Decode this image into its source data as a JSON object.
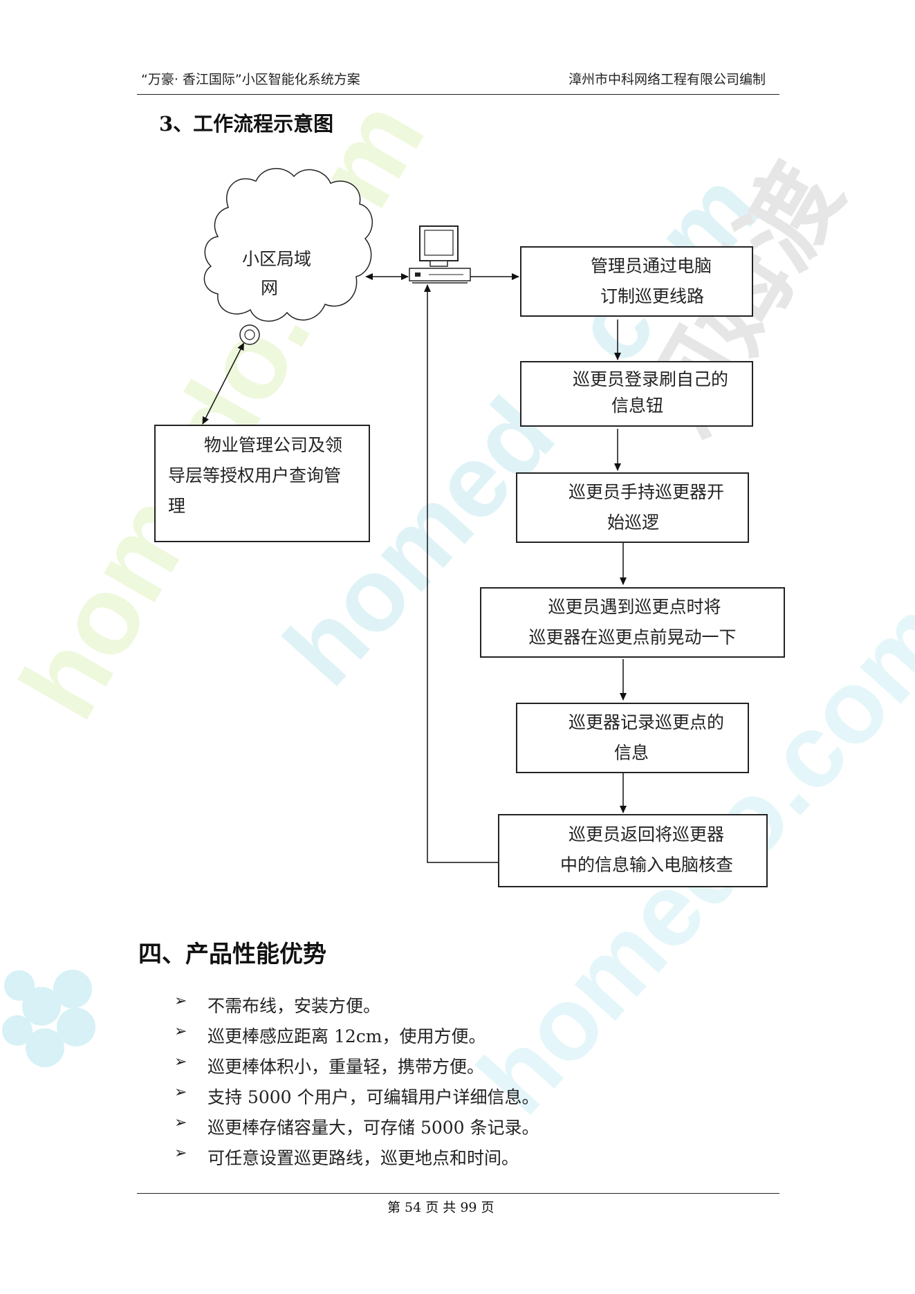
{
  "header": {
    "left": "“万豪· 香江国际”小区智能化系统方案",
    "right": "漳州市中科网络工程有限公司编制"
  },
  "section_title": "3、工作流程示意图",
  "diagram": {
    "cloud": {
      "line1": "小区局域",
      "line2": "网"
    },
    "mgmt_box": {
      "line1": "物业管理公司及领",
      "line2": "导层等授权用户查询管",
      "line3": "理"
    },
    "steps": [
      {
        "line1": "管理员通过电脑",
        "line2": "订制巡更线路"
      },
      {
        "line1": "巡更员登录刷自己的",
        "line2": "信息钮"
      },
      {
        "line1": "巡更员手持巡更器开",
        "line2": "始巡逻"
      },
      {
        "line1": "巡更员遇到巡更点时将",
        "line2": "巡更器在巡更点前晃动一下"
      },
      {
        "line1": "巡更器记录巡更点的",
        "line2": "信息"
      },
      {
        "line1": "巡更员返回将巡更器",
        "line2": "中的信息输入电脑核查"
      }
    ]
  },
  "section4_title": "四、产品性能优势",
  "bullets": [
    "不需布线，安装方便。",
    "巡更棒感应距离 12cm，使用方便。",
    "巡更棒体积小，重量轻，携带方便。",
    "支持 5000 个用户，可编辑用户详细信息。",
    "巡更棒存储容量大，可存储 5000 条记录。",
    "可任意设置巡更路线，巡更地点和时间。"
  ],
  "bullet_marker": "➢",
  "footer": "第 54 页 共 99 页",
  "watermark": {
    "text": "homedo.com",
    "brand": "河姆渡"
  },
  "colors": {
    "text": "#222222",
    "watermark_cyan": "#d6f2f7",
    "watermark_green": "#eef7d6"
  }
}
